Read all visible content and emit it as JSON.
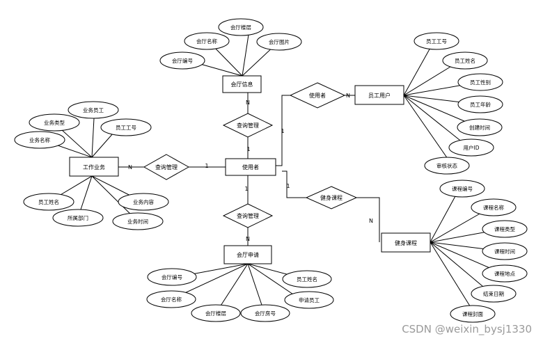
{
  "entities": {
    "hall_info": "会厅信息",
    "staff_user": "员工用户",
    "work_business": "工作业务",
    "user": "使用者",
    "health_course": "健身课程",
    "hall_apply": "会厅申请"
  },
  "relations": {
    "user_staff": "使用者",
    "query_hall": "查询管理",
    "query_work": "查询管理",
    "health_course": "健身课程",
    "query_apply": "查询管理"
  },
  "attributes": {
    "hall_info": [
      "会厅编号",
      "会厅名称",
      "会厅楼层",
      "会厅图片"
    ],
    "staff_user": [
      "员工工号",
      "员工姓名",
      "员工性别",
      "员工年龄",
      "创建时间",
      "用户ID",
      "审核状态"
    ],
    "work_business": [
      "业务员工",
      "业务类型",
      "员工工号",
      "业务名称",
      "员工姓名",
      "所属部门",
      "业务时间",
      "业务内容"
    ],
    "health_course": [
      "课程编号",
      "课程名称",
      "课程类型",
      "课程时间",
      "课程地点",
      "结束日期",
      "课程封面"
    ],
    "hall_apply": [
      "会厅编号",
      "会厅名称",
      "会厅楼层",
      "会厅房号",
      "员工姓名",
      "申请员工"
    ]
  },
  "cardinalities": {
    "hall_query": "N",
    "query_user_top": "1",
    "user_rel_1": "1",
    "rel_staff_N": "N",
    "work_N": "N",
    "query_user_left": "1",
    "user_course_1": "1",
    "course_N": "N",
    "user_apply_1": "1",
    "apply_N": "N"
  },
  "watermark": "CSDN @weixin_bysj1330"
}
